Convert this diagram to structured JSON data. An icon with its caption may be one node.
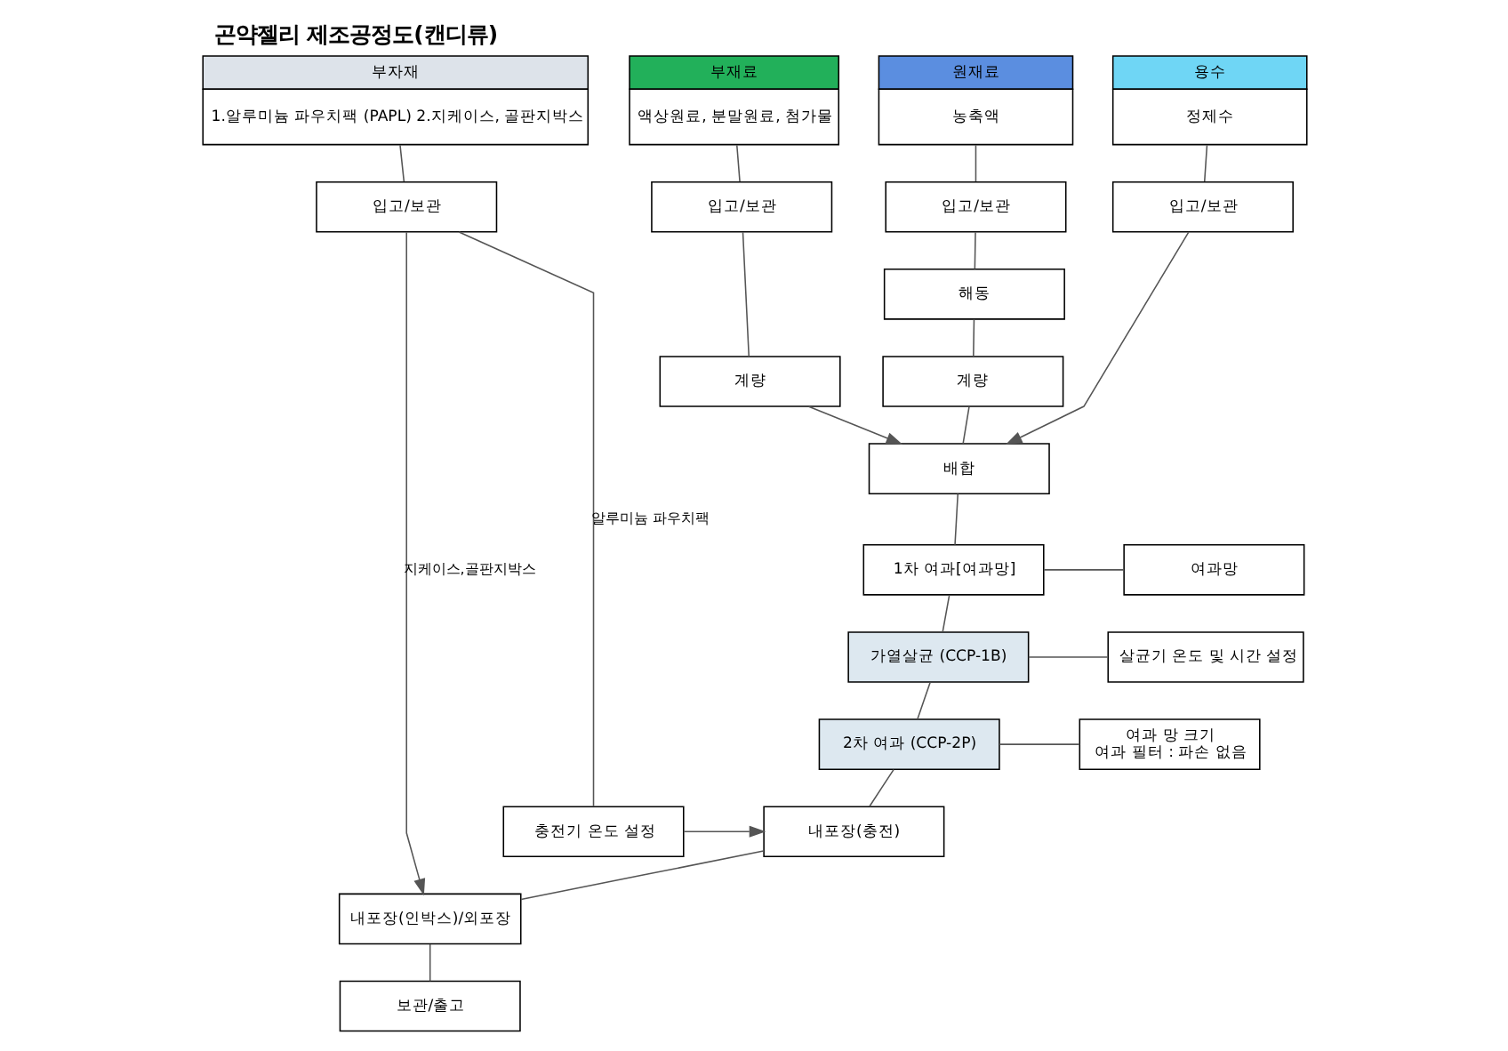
{
  "diagram": {
    "title": "곤약젤리 제조공정도(캔디류)",
    "nodes": [
      {
        "text": [
          "원재료",
          "농축액"
        ]
      },
      {
        "text": [
          "부재료",
          "액상원료, 분말원료, 첨가물"
        ]
      },
      {
        "text": [
          "용수",
          "정제수"
        ]
      },
      {
        "text": [
          "부자재",
          "1.알루미늄 파우치팩 (PAPL) 2.지케이스, 골판지박스"
        ]
      },
      {
        "text": [
          "입고/보관"
        ]
      },
      {
        "text": [
          "입고/보관"
        ]
      },
      {
        "text": [
          "입고/보관"
        ]
      },
      {
        "text": [
          "입고/보관"
        ]
      },
      {
        "text": [
          "해동"
        ]
      },
      {
        "text": [
          "계량"
        ]
      },
      {
        "text": [
          "계량"
        ]
      },
      {
        "text": [
          "배합"
        ]
      },
      {
        "text": [
          "1차 여과[여과망]"
        ]
      },
      {
        "text": [
          "여과망"
        ]
      },
      {
        "text": [
          "가열살균 (CCP-1B)"
        ]
      },
      {
        "text": [
          "살균기 온도 및 시간 설정"
        ]
      },
      {
        "text": [
          "2차 여과 (CCP-2P)"
        ]
      },
      {
        "text": [
          "여과 망 크기",
          "여과 필터 : 파손 없음"
        ]
      },
      {
        "text": [
          "내포장(충전)"
        ]
      },
      {
        "text": [
          "충전기 온도 설정"
        ]
      },
      {
        "text": [
          "내포장(인박스)/외포장"
        ]
      },
      {
        "text": [
          "보관/출고"
        ]
      }
    ],
    "edges": [
      {
        "from": 0,
        "to": 4,
        "arrow": "none"
      },
      {
        "from": 4,
        "to": 8,
        "arrow": "none"
      },
      {
        "from": 8,
        "to": 9,
        "arrow": "none"
      },
      {
        "from": 9,
        "to": 11,
        "arrow": "none"
      },
      {
        "from": 1,
        "to": 5,
        "arrow": "none"
      },
      {
        "from": 5,
        "to": 10,
        "arrow": "none"
      },
      {
        "from": 10,
        "to": 11,
        "arrow": "to"
      },
      {
        "from": 2,
        "to": 6,
        "arrow": "none"
      },
      {
        "from": 6,
        "to": 11,
        "arrow": "to"
      },
      {
        "from": 3,
        "to": 7,
        "arrow": "none"
      },
      {
        "from": 11,
        "to": 12,
        "arrow": "none"
      },
      {
        "from": 12,
        "to": 13,
        "arrow": "none"
      },
      {
        "from": 12,
        "to": 14,
        "arrow": "none"
      },
      {
        "from": 14,
        "to": 15,
        "arrow": "none"
      },
      {
        "from": 14,
        "to": 16,
        "arrow": "none"
      },
      {
        "from": 16,
        "to": 17,
        "arrow": "none"
      },
      {
        "from": 16,
        "to": 18,
        "arrow": "none"
      },
      {
        "from": 7,
        "to": 19,
        "label": "알루미늄 파우치팩",
        "arrow": "none"
      },
      {
        "from": 19,
        "to": 18,
        "arrow": "to"
      },
      {
        "from": 18,
        "to": 20,
        "arrow": "none"
      },
      {
        "from": 7,
        "to": 20,
        "label": "지케이스,골판지박스",
        "arrow": "to"
      },
      {
        "from": 20,
        "to": 21,
        "arrow": "none"
      }
    ]
  }
}
